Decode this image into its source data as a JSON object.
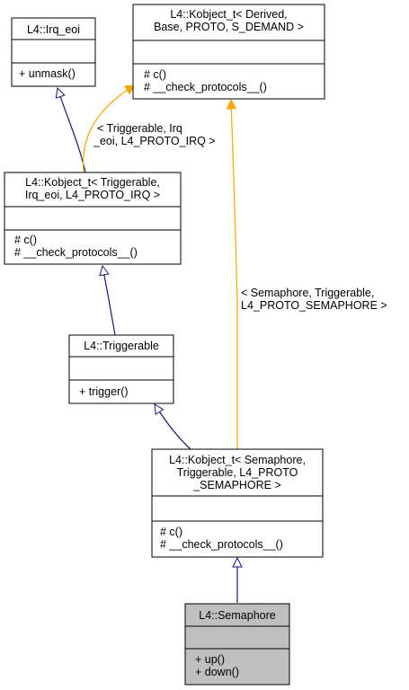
{
  "colors": {
    "box_fill": "#ffffff",
    "box_stroke": "#000000",
    "highlight_fill": "#bfbfbf",
    "inheritance_edge": "#191970",
    "template_edge": "#ffa500"
  },
  "classes": {
    "irq_eoi": {
      "title": [
        "L4::Irq_eoi"
      ],
      "attributes": [],
      "methods": [
        "+ unmask()"
      ]
    },
    "kobject_template": {
      "title": [
        "L4::Kobject_t< Derived,",
        "Base, PROTO, S_DEMAND >"
      ],
      "attributes": [],
      "methods": [
        "# c()",
        "# __check_protocols__()"
      ]
    },
    "kobject_triggerable": {
      "title": [
        "L4::Kobject_t< Triggerable,",
        "Irq_eoi, L4_PROTO_IRQ >"
      ],
      "attributes": [],
      "methods": [
        "# c()",
        "# __check_protocols__()"
      ]
    },
    "triggerable": {
      "title": [
        "L4::Triggerable"
      ],
      "attributes": [],
      "methods": [
        "+ trigger()"
      ]
    },
    "kobject_semaphore": {
      "title": [
        "L4::Kobject_t< Semaphore,",
        "Triggerable, L4_PROTO",
        "_SEMAPHORE >"
      ],
      "attributes": [],
      "methods": [
        "# c()",
        "# __check_protocols__()"
      ]
    },
    "semaphore": {
      "title": [
        "L4::Semaphore"
      ],
      "attributes": [],
      "methods": [
        "+ up()",
        "+ down()"
      ]
    }
  },
  "edge_labels": {
    "triggerable_binding": [
      "< Triggerable, Irq",
      "_eoi, L4_PROTO_IRQ >"
    ],
    "semaphore_binding": [
      "< Semaphore, Triggerable,",
      "L4_PROTO_SEMAPHORE >"
    ]
  }
}
